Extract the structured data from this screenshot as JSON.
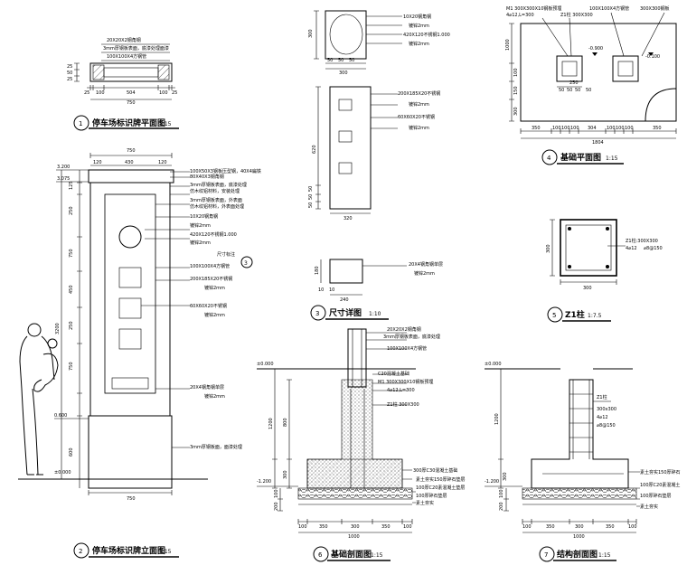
{
  "drawings": {
    "d1": {
      "number": "1",
      "title": "停车场标识牌平面图",
      "scale": "1:15",
      "notes": [
        "20X20X2钢角钢",
        "3mm厚钢板表面，底漆处理面漆",
        "100X100X4方钢管"
      ],
      "dims_bottom": [
        "25",
        "100",
        "504",
        "100",
        "25"
      ],
      "total": "750",
      "dims_left": [
        "25",
        "50",
        "25"
      ]
    },
    "d2": {
      "number": "2",
      "title": "停车场标识牌立面图",
      "scale": "1:15",
      "levels": [
        "3.200",
        "3.075",
        "0.600",
        "±0.000"
      ],
      "dims_top": [
        "120",
        "430",
        "120"
      ],
      "total_top": "750",
      "total_bottom": "750",
      "dims_left": [
        "125",
        "250",
        "750",
        "450",
        "250",
        "750",
        "600"
      ],
      "dim_height": "3200",
      "callout": "3",
      "notes": [
        "100X50X3钢板压型钢，40X4扁铁",
        "80X40X3钢角钢",
        "3mm厚钢板表面，底漆处理",
        "仿木纹铝材料，安装处理",
        "3mm厚钢板表面，外表面",
        "仿木纹铝材料，外表面处理",
        "10X20钢角钢",
        "镀锌2mm",
        "420X120不锈钢1.000",
        "镀锌2mm",
        "尺寸标注",
        "100X100X4方钢管",
        "200X185X20不锈钢",
        "镀锌2mm",
        "60X60X20不锈钢",
        "镀锌2mm",
        "20X4钢角钢单层",
        "镀锌2mm",
        "3mm厚钢板面，面漆处理"
      ]
    },
    "d3": {
      "number": "3",
      "title": "尺寸详图",
      "scale": "1:10",
      "notes_top": [
        "10X20钢角钢",
        "镀锌2mm",
        "420X120不锈钢1.000",
        "镀锌2mm"
      ],
      "notes_mid": [
        "200X185X20不锈钢",
        "镀锌2mm",
        "60X60X20不锈钢",
        "镀锌2mm"
      ],
      "notes_bot": [
        "20X4钢角钢单层",
        "镀锌2mm"
      ],
      "dims_top": [
        "50",
        "50",
        "50",
        "300"
      ],
      "dims_mid": [
        "620",
        "320",
        "50",
        "50",
        "50"
      ],
      "dims_bot": [
        "180",
        "10",
        "10",
        "240"
      ]
    },
    "d4": {
      "number": "4",
      "title": "基础平面图",
      "scale": "1:15",
      "notes": [
        "M1 300X300X10钢板预埋",
        "4⌀12,L=300",
        "Z1柱 300X300",
        "100X100X4方钢管",
        "300X300钢板",
        "-0.900",
        "-0.100"
      ],
      "dims_bottom": [
        "350",
        "100",
        "100",
        "100",
        "304",
        "100",
        "100",
        "100",
        "350"
      ],
      "total": "1804",
      "dims_left": [
        "1000",
        "100",
        "150",
        "300"
      ],
      "dims_inner": [
        "50",
        "50",
        "50",
        "50"
      ],
      "dim_inner2": "250"
    },
    "d5": {
      "number": "5",
      "title": "Z1柱",
      "scale": "1:7.5",
      "notes": [
        "Z1柱:300X300",
        "4⌀12",
        "⌀8@150"
      ],
      "dim_left": "300",
      "dim_bottom": "300"
    },
    "d6": {
      "number": "6",
      "title": "基础剖面图",
      "scale": "1:15",
      "levels": [
        "±0.000",
        "-1.200"
      ],
      "notes": [
        "20X20X2钢角钢",
        "3mm厚钢板表面，底漆处理",
        "100X100X4方钢管",
        "C20混凝土基础",
        "M1 300X300X10钢板预埋",
        "4⌀12,L=300",
        "Z1柱 300X300",
        "300厚C30混凝土基础",
        "素土夯实150厚碎石垫层",
        "100厚C20素混凝土垫层",
        "100厚碎石垫层",
        "素土夯实"
      ],
      "dims_left": [
        "1200",
        "800",
        "300",
        "100",
        "200"
      ],
      "dims_bottom": [
        "100",
        "350",
        "300",
        "350",
        "100"
      ],
      "total": "1000"
    },
    "d7": {
      "number": "7",
      "title": "结构剖面图",
      "scale": "1:15",
      "levels": [
        "±0.000",
        "-1.200"
      ],
      "notes": [
        "Z1柱",
        "300x300",
        "4⌀12",
        "⌀8@150",
        "素土夯实150厚碎石",
        "100厚C20素混凝土",
        "100厚碎石垫层",
        "素土夯实"
      ],
      "dims_left": [
        "1200",
        "300",
        "100",
        "200"
      ],
      "dims_bottom": [
        "100",
        "350",
        "300",
        "350",
        "100"
      ],
      "total": "1000"
    }
  }
}
